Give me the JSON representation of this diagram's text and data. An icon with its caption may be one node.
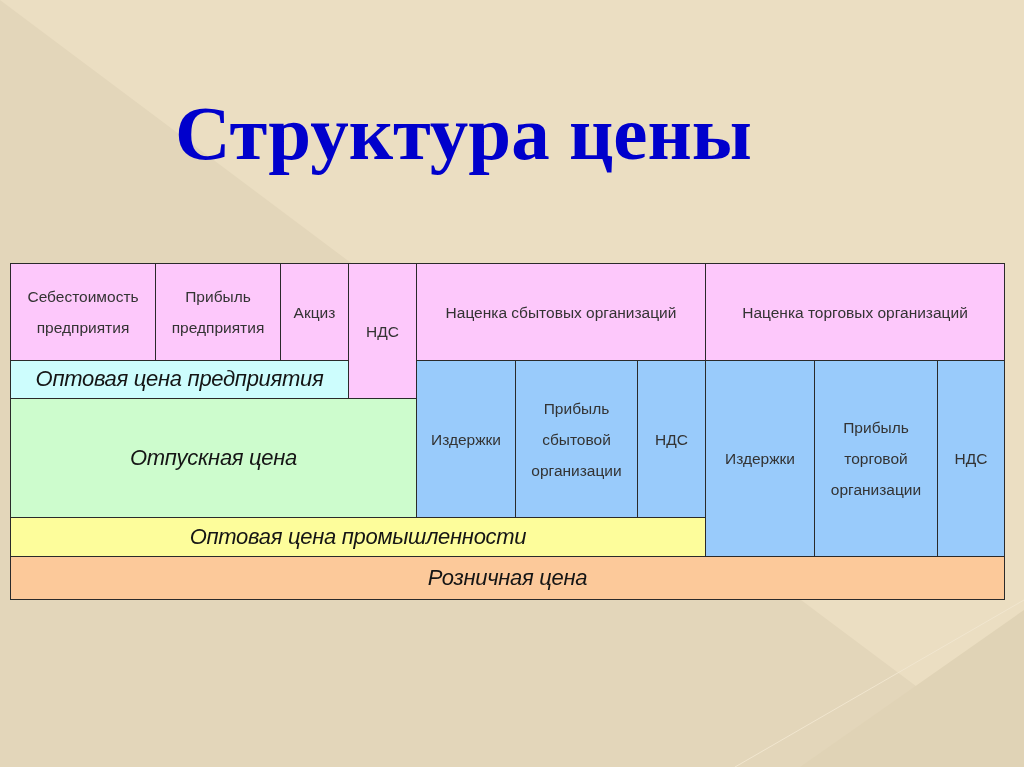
{
  "diagram": {
    "title": "Структура цены",
    "nodes": [
      {
        "text": [
          "Себестоимость предприятия"
        ]
      },
      {
        "text": [
          "Прибыль предприятия"
        ]
      },
      {
        "text": [
          "Акциз"
        ]
      },
      {
        "text": [
          "НДС"
        ]
      },
      {
        "text": [
          "Наценка сбытовых организаций"
        ]
      },
      {
        "text": [
          "Наценка торговых организаций"
        ]
      },
      {
        "text": [
          "Оптовая цена предприятия"
        ]
      },
      {
        "text": [
          "Издержки"
        ]
      },
      {
        "text": [
          "Прибыль сбытовой организации"
        ]
      },
      {
        "text": [
          "НДС"
        ]
      },
      {
        "text": [
          "Издержки"
        ]
      },
      {
        "text": [
          "Прибыль торговой организации"
        ]
      },
      {
        "text": [
          "НДС"
        ]
      },
      {
        "text": [
          "Отпускная цена"
        ]
      },
      {
        "text": [
          "Оптовая цена промышленности"
        ]
      },
      {
        "text": [
          "Розничная цена"
        ]
      }
    ]
  }
}
